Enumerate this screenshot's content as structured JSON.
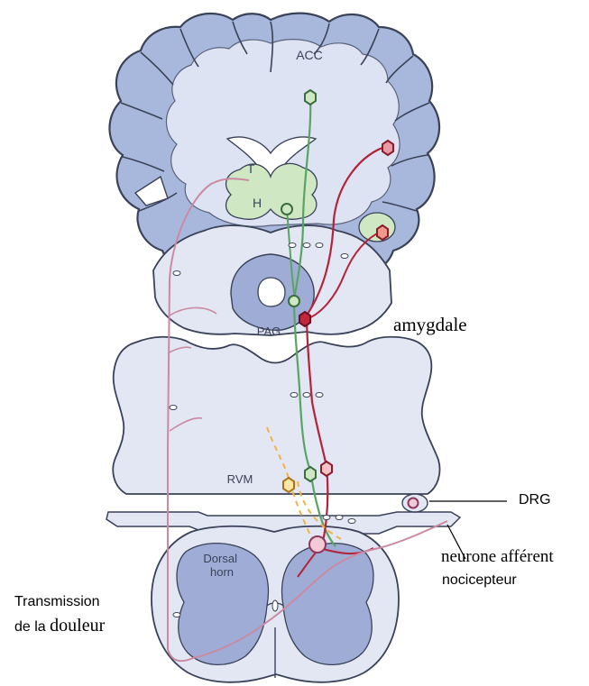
{
  "regions": {
    "acc": "ACC",
    "thalamus": "T",
    "hypothalamus": "H",
    "pag": "PAG",
    "rvm": "RVM",
    "dorsal_horn": "Dorsal\nhorn"
  },
  "annotations": {
    "amygdala": "amygdale",
    "drg": "DRG",
    "afferent_line1": "neurone afférent",
    "afferent_line2": "nocicepteur",
    "transmission_line1": "Transmission",
    "transmission_line2a": "de la ",
    "transmission_line2b": "douleur"
  },
  "colors": {
    "cortex_fill": "#a8b8dc",
    "cortex_stroke": "#3a4258",
    "white_matter": "#dde3f2",
    "section_fill": "#e3e7f4",
    "grey_matter": "#9fadd6",
    "nuclei_green": "#cfe7c2",
    "pathway_green": "#5aa463",
    "pathway_red": "#b3233a",
    "pathway_pink": "#c98aa2",
    "pathway_orange": "#f0b24a"
  }
}
